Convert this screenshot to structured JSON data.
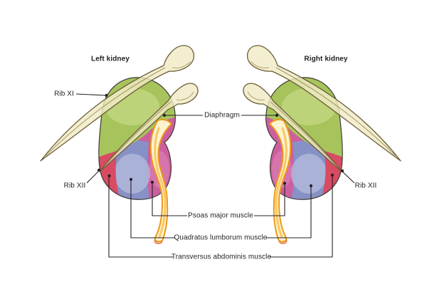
{
  "figure": {
    "left_title": "Left kidney",
    "right_title": "Right kidney",
    "labels": {
      "rib_xi": "Rib XI",
      "diaphragm": "Diaphragm",
      "rib_xii_left": "Rib XII",
      "rib_xii_right": "Rib XII",
      "psoas": "Psoas major muscle",
      "quadratus": "Quadratus lumborum muscle",
      "transversus": "Transversus abdominis muscle"
    },
    "colors": {
      "diaphragm_green": "#a7c45c",
      "quadratus_blue": "#8791c5",
      "transversus_red": "#d84b63",
      "psoas_pink": "#cd5f9f",
      "bone_fill": "#f0eac6",
      "bone_outline": "#6b5f38",
      "band_cream": "#fcf3d0",
      "band_orange": "#ee9818",
      "label_text": "#231f20",
      "leader_line": "#262223",
      "background": "#ffffff"
    }
  }
}
